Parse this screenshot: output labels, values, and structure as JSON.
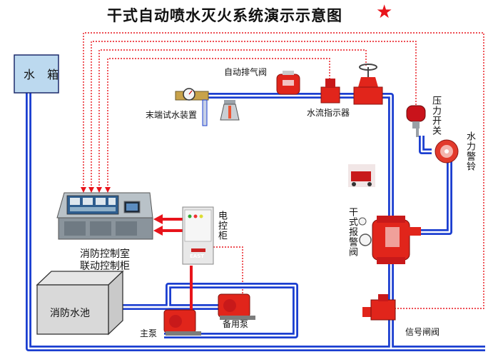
{
  "title": "干式自动喷水灭火系统演示示意图",
  "title_star": "★",
  "labels": {
    "water_tank": "水 箱",
    "exhaust_valve": "自动排气阀",
    "end_test_device": "末端试水装置",
    "flow_indicator": "水流指示器",
    "pressure_switch": "压力开关",
    "water_alarm_bell": "水力警铃",
    "electric_cabinet": "电控柜",
    "dry_alarm_valve": "干式报警阀",
    "control_room_line1": "消防控制室",
    "control_room_line2": "联动控制柜",
    "fire_pool": "消防水池",
    "main_pump": "主泵",
    "standby_pump": "备用泵",
    "signal_valve": "信号闸阀"
  },
  "colors": {
    "pipe_blue": "#1c3fd0",
    "pipe_inner": "#ffffff",
    "signal_red": "#e8141b",
    "valve_red": "#e1251b",
    "tank_fill": "#bcd9ef",
    "star": "#e8141b"
  }
}
